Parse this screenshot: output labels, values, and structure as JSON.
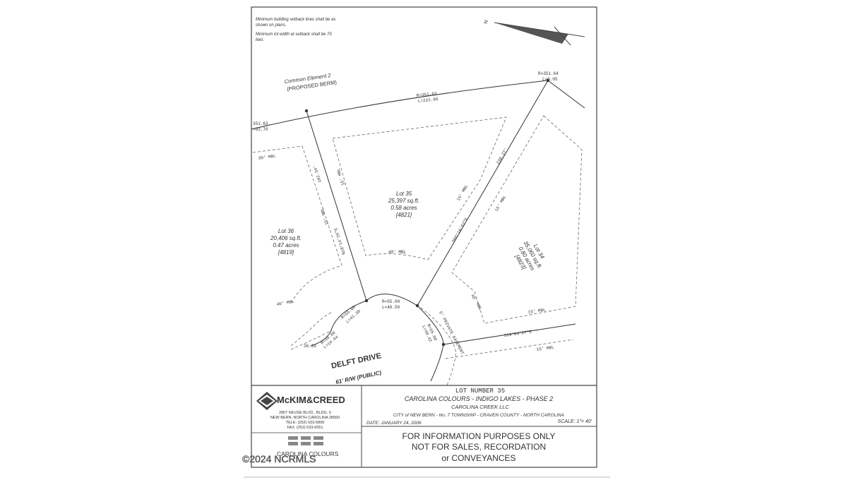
{
  "notes": {
    "line1": "Minimum building setback lines shall be as",
    "line2": "shown on plans.",
    "line3": "Minimum lot width at setback shall be 70",
    "line4": "feet."
  },
  "north_arrow_letter": "N",
  "common_element": {
    "title": "Common Element 2",
    "subtitle": "(PROPOSED BERM)"
  },
  "curves": {
    "top_r": "R=351.63",
    "top_l": "L=222.86",
    "top_right_r": "R=351.64",
    "top_right_l": "L=9.05",
    "left_r": "351.63",
    "left_l": "=93.70",
    "cul_r": "R=55.00",
    "cul_l": "L=46.50",
    "sw_r": "R=55.00",
    "sw_l": "L=41.30",
    "sw2_r": "R=30.00",
    "sw2_l": "L=16.64",
    "sw2_len": "36.39",
    "se_r": "R=55.00",
    "se_l": "L=48.42"
  },
  "bearings": {
    "b1": "182.34'",
    "b2": "N18°14'26\"E",
    "b3": "S86°14'07\"E",
    "b4": "S19°04'27\"E",
    "b5": "238.27'"
  },
  "setbacks": {
    "mbl_30": "30' MBL",
    "mbl_15a": "15' MBL",
    "mbl_15b": "15' MBL",
    "mbl_15c": "15' MBL",
    "mbl_15d": "15' MBL",
    "mbl_15e": "15' MBL",
    "mbl_40a": "40' MBL",
    "mbl_40b": "40' MBL",
    "mbl_40c": "40' MBL"
  },
  "lots": {
    "lot35": {
      "name": "Lot 35",
      "area": "25,397 sq.ft.",
      "acres": "0.58 acres",
      "code": "[4821]"
    },
    "lot36": {
      "name": "Lot 36",
      "area": "20,406 sq.ft.",
      "acres": "0.47 acres",
      "code": "[4819]"
    },
    "lot34": {
      "name": "Lot 34",
      "area": "35,060 sq.ft.",
      "acres": "0.80 acres",
      "code": "[4823]"
    }
  },
  "street": {
    "name": "DELFT DRIVE",
    "row": "61' R/W    (PUBLIC)"
  },
  "easement": "5' PRIVATE EASEMENT",
  "firm": {
    "name": "McKIM&CREED",
    "addr1": "2807 NEUSE BLVD., BLDG. 5",
    "addr2": "NEW BERN, NORTH CAROLINA 28560",
    "tele": "TELE: (252) 633-5899",
    "fax": "FAX: (252) 633-6551",
    "brand": "CAROLINA COLOURS"
  },
  "title_block": {
    "lot_number": "LOT NUMBER 35",
    "project": "CAROLINA COLOURS  -  INDIGO LAKES  -  PHASE 2",
    "owner": "CAROLINA CREEK LLC",
    "location": "CITY of NEW BERN  -  No. 7 TOWNSHIP  -  CRAVEN COUNTY  -  NORTH CAROLINA",
    "date": "DATE: JANUARY 24, 2006",
    "scale": "SCALE: 1\"= 40'"
  },
  "disclaimer": {
    "line1": "FOR INFORMATION PURPOSES ONLY",
    "line2": "NOT FOR SALES, RECORDATION",
    "line3": "or CONVEYANCES"
  },
  "watermark": "©2024 NCRMLS"
}
